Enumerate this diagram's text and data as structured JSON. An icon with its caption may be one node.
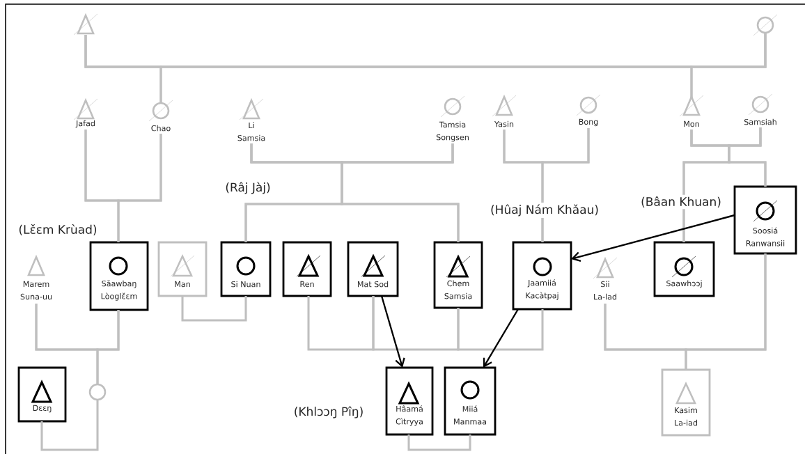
{
  "diagram": {
    "nodes": [
      {
        "text": [],
        "shape": "triangle"
      },
      {
        "text": [],
        "shape": "circle"
      },
      {
        "text": [
          "Jafad"
        ]
      },
      {
        "text": [
          "Chao"
        ]
      },
      {
        "text": [
          "Li Samsia"
        ]
      },
      {
        "text": [
          "Tamsia Songsen"
        ]
      },
      {
        "text": [
          "Yasin"
        ]
      },
      {
        "text": [
          "Bong"
        ]
      },
      {
        "text": [
          "Mon"
        ]
      },
      {
        "text": [
          "Samsiah"
        ]
      },
      {
        "text": [
          "Marem Suna-uu"
        ]
      },
      {
        "text": [
          "Sǎawbaŋ Lòoglɛ̌ɛm"
        ]
      },
      {
        "text": [
          "Man"
        ]
      },
      {
        "text": [
          "Si Nuan"
        ]
      },
      {
        "text": [
          "Ren"
        ]
      },
      {
        "text": [
          "Mat Sod"
        ]
      },
      {
        "text": [
          "Chem Samsia"
        ]
      },
      {
        "text": [
          "Jaamiiá Kacàtpaj"
        ]
      },
      {
        "text": [
          "Sii La-lad"
        ]
      },
      {
        "text": [
          "Saawhɔɔj"
        ]
      },
      {
        "text": [
          "Soosiá Ranwansii"
        ]
      },
      {
        "text": [
          "Dɛɛŋ"
        ]
      },
      {
        "text": [],
        "shape": "circle"
      },
      {
        "text": [
          "Hâamá Cìtryya"
        ]
      },
      {
        "text": [
          "Miiá Manmaa"
        ]
      },
      {
        "text": [
          "Kasim La-iad"
        ]
      }
    ],
    "edges": [
      {
        "from": 0,
        "to": 1,
        "arrow": "none"
      },
      {
        "from": 0,
        "to": 3,
        "arrow": "none"
      },
      {
        "from": 1,
        "to": 3,
        "arrow": "none"
      },
      {
        "from": 0,
        "to": 8,
        "arrow": "none"
      },
      {
        "from": 1,
        "to": 8,
        "arrow": "none"
      },
      {
        "from": 2,
        "to": 3,
        "arrow": "none"
      },
      {
        "from": 2,
        "to": 11,
        "arrow": "none"
      },
      {
        "from": 3,
        "to": 11,
        "arrow": "none"
      },
      {
        "from": 4,
        "to": 5,
        "arrow": "none"
      },
      {
        "from": 4,
        "to": 13,
        "arrow": "none"
      },
      {
        "from": 5,
        "to": 13,
        "arrow": "none"
      },
      {
        "from": 4,
        "to": 16,
        "arrow": "none"
      },
      {
        "from": 5,
        "to": 16,
        "arrow": "none"
      },
      {
        "from": 6,
        "to": 7,
        "arrow": "none"
      },
      {
        "from": 6,
        "to": 17,
        "arrow": "none"
      },
      {
        "from": 7,
        "to": 17,
        "arrow": "none"
      },
      {
        "from": 8,
        "to": 9,
        "arrow": "none"
      },
      {
        "from": 8,
        "to": 19,
        "arrow": "none"
      },
      {
        "from": 9,
        "to": 19,
        "arrow": "none"
      },
      {
        "from": 8,
        "to": 20,
        "arrow": "none"
      },
      {
        "from": 9,
        "to": 20,
        "arrow": "none"
      },
      {
        "from": 10,
        "to": 11,
        "arrow": "none"
      },
      {
        "from": 10,
        "to": 22,
        "arrow": "none"
      },
      {
        "from": 11,
        "to": 22,
        "arrow": "none"
      },
      {
        "from": 21,
        "to": 22,
        "arrow": "none"
      },
      {
        "from": 12,
        "to": 13,
        "arrow": "none"
      },
      {
        "from": 14,
        "to": 15,
        "arrow": "none"
      },
      {
        "from": 15,
        "to": 16,
        "arrow": "none"
      },
      {
        "from": 16,
        "to": 17,
        "arrow": "none"
      },
      {
        "from": 23,
        "to": 24,
        "arrow": "none"
      },
      {
        "from": 18,
        "to": 20,
        "arrow": "none"
      },
      {
        "from": 18,
        "to": 25,
        "arrow": "none"
      },
      {
        "from": 20,
        "to": 25,
        "arrow": "none"
      },
      {
        "from": 15,
        "to": 23,
        "arrow": "to",
        "color": "#000000"
      },
      {
        "from": 17,
        "to": 24,
        "arrow": "to",
        "color": "#000000"
      },
      {
        "from": 20,
        "to": 17,
        "arrow": "to",
        "color": "#000000"
      }
    ],
    "labels": [
      "(Râj Jàj)",
      "(Bâan Khuan)",
      "(Hûaj Nám Khǎau)",
      "(Lɛ̌ɛm Krùad)",
      "(Khlɔɔŋ Pîŋ)"
    ]
  }
}
